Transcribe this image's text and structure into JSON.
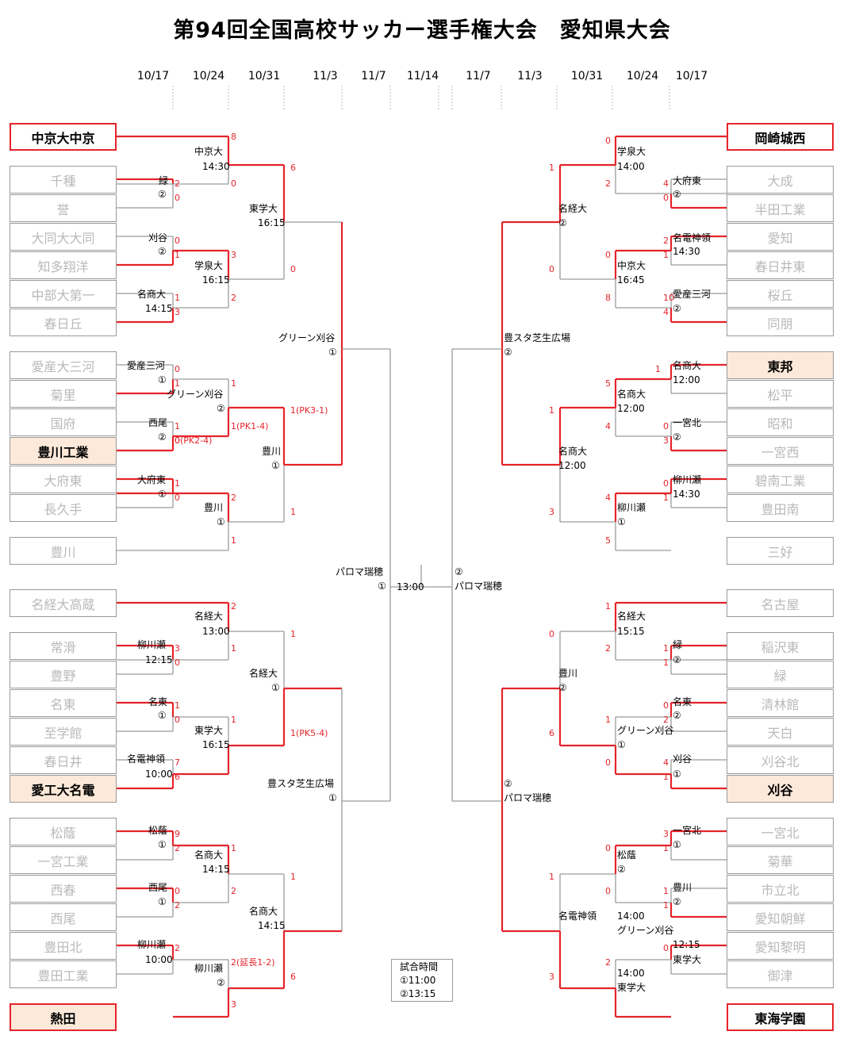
{
  "title": "第94回全国高校サッカー選手権大会　愛知県大会",
  "dates": [
    "10/17",
    "10/24",
    "10/31",
    "11/3",
    "11/7",
    "11/14",
    "11/7",
    "11/3",
    "10/31",
    "10/24",
    "10/17"
  ],
  "teams_left": [
    {
      "name": "中京大中京",
      "win": true,
      "border": "red",
      "bg": ""
    },
    {
      "name": "千種",
      "win": false,
      "border": "gray",
      "bg": ""
    },
    {
      "name": "誉",
      "win": false,
      "border": "gray",
      "bg": ""
    },
    {
      "name": "大同大大同",
      "win": false,
      "border": "gray",
      "bg": ""
    },
    {
      "name": "知多翔洋",
      "win": false,
      "border": "gray",
      "bg": ""
    },
    {
      "name": "中部大第一",
      "win": false,
      "border": "gray",
      "bg": ""
    },
    {
      "name": "春日丘",
      "win": false,
      "border": "gray",
      "bg": ""
    },
    {
      "name": "愛産大三河",
      "win": false,
      "border": "gray",
      "bg": ""
    },
    {
      "name": "菊里",
      "win": false,
      "border": "gray",
      "bg": ""
    },
    {
      "name": "国府",
      "win": false,
      "border": "gray",
      "bg": ""
    },
    {
      "name": "豊川工業",
      "win": true,
      "border": "gray",
      "bg": "orange"
    },
    {
      "name": "大府東",
      "win": false,
      "border": "gray",
      "bg": ""
    },
    {
      "name": "長久手",
      "win": false,
      "border": "gray",
      "bg": ""
    },
    {
      "name": "豊川",
      "win": false,
      "border": "gray",
      "bg": ""
    },
    {
      "name": "名経大高蔵",
      "win": false,
      "border": "gray",
      "bg": ""
    },
    {
      "name": "常滑",
      "win": false,
      "border": "gray",
      "bg": ""
    },
    {
      "name": "豊野",
      "win": false,
      "border": "gray",
      "bg": ""
    },
    {
      "name": "名東",
      "win": false,
      "border": "gray",
      "bg": ""
    },
    {
      "name": "至学館",
      "win": false,
      "border": "gray",
      "bg": ""
    },
    {
      "name": "春日井",
      "win": false,
      "border": "gray",
      "bg": ""
    },
    {
      "name": "愛工大名電",
      "win": true,
      "border": "gray",
      "bg": "orange"
    },
    {
      "name": "松蔭",
      "win": false,
      "border": "gray",
      "bg": ""
    },
    {
      "name": "一宮工業",
      "win": false,
      "border": "gray",
      "bg": ""
    },
    {
      "name": "西春",
      "win": false,
      "border": "gray",
      "bg": ""
    },
    {
      "name": "西尾",
      "win": false,
      "border": "gray",
      "bg": ""
    },
    {
      "name": "豊田北",
      "win": false,
      "border": "gray",
      "bg": ""
    },
    {
      "name": "豊田工業",
      "win": false,
      "border": "gray",
      "bg": ""
    },
    {
      "name": "熱田",
      "win": true,
      "border": "red",
      "bg": "orange"
    }
  ],
  "teams_right": [
    {
      "name": "岡崎城西",
      "win": true,
      "border": "red",
      "bg": ""
    },
    {
      "name": "大成",
      "win": false,
      "border": "gray",
      "bg": ""
    },
    {
      "name": "半田工業",
      "win": false,
      "border": "gray",
      "bg": ""
    },
    {
      "name": "愛知",
      "win": false,
      "border": "gray",
      "bg": ""
    },
    {
      "name": "春日井東",
      "win": false,
      "border": "gray",
      "bg": ""
    },
    {
      "name": "桜丘",
      "win": false,
      "border": "gray",
      "bg": ""
    },
    {
      "name": "同朋",
      "win": false,
      "border": "gray",
      "bg": ""
    },
    {
      "name": "東邦",
      "win": true,
      "border": "gray",
      "bg": "orange"
    },
    {
      "name": "松平",
      "win": false,
      "border": "gray",
      "bg": ""
    },
    {
      "name": "昭和",
      "win": false,
      "border": "gray",
      "bg": ""
    },
    {
      "name": "一宮西",
      "win": false,
      "border": "gray",
      "bg": ""
    },
    {
      "name": "碧南工業",
      "win": false,
      "border": "gray",
      "bg": ""
    },
    {
      "name": "豊田南",
      "win": false,
      "border": "gray",
      "bg": ""
    },
    {
      "name": "三好",
      "win": false,
      "border": "gray",
      "bg": ""
    },
    {
      "name": "名古屋",
      "win": false,
      "border": "gray",
      "bg": ""
    },
    {
      "name": "稲沢東",
      "win": false,
      "border": "gray",
      "bg": ""
    },
    {
      "name": "緑",
      "win": false,
      "border": "gray",
      "bg": ""
    },
    {
      "name": "清林館",
      "win": false,
      "border": "gray",
      "bg": ""
    },
    {
      "name": "天白",
      "win": false,
      "border": "gray",
      "bg": ""
    },
    {
      "name": "刈谷北",
      "win": false,
      "border": "gray",
      "bg": ""
    },
    {
      "name": "刈谷",
      "win": true,
      "border": "gray",
      "bg": "orange"
    },
    {
      "name": "一宮北",
      "win": false,
      "border": "gray",
      "bg": ""
    },
    {
      "name": "菊華",
      "win": false,
      "border": "gray",
      "bg": ""
    },
    {
      "name": "市立北",
      "win": false,
      "border": "gray",
      "bg": ""
    },
    {
      "name": "愛知朝鮮",
      "win": false,
      "border": "gray",
      "bg": ""
    },
    {
      "name": "愛知黎明",
      "win": false,
      "border": "gray",
      "bg": ""
    },
    {
      "name": "御津",
      "win": false,
      "border": "gray",
      "bg": ""
    },
    {
      "name": "東海学園",
      "win": true,
      "border": "red",
      "bg": ""
    }
  ],
  "match_labels": [
    "中京大",
    "14:30",
    "緑",
    "②",
    "刈谷",
    "②",
    "名商大",
    "14:15",
    "学泉大",
    "16:15",
    "東学大",
    "16:15",
    "愛産三河",
    "①",
    "西尾",
    "②",
    "大府東",
    "①",
    "グリーン刈谷",
    "②",
    "豊川",
    "①",
    "豊川",
    "①",
    "グリーン刈谷",
    "①",
    "名経大",
    "13:00",
    "柳川瀬",
    "12:15",
    "名東",
    "①",
    "名電神領",
    "10:00",
    "東学大",
    "16:15",
    "名経大",
    "①",
    "松蔭",
    "①",
    "西尾",
    "①",
    "柳川瀬",
    "10:00",
    "名商大",
    "14:15",
    "柳川瀬",
    "②",
    "名商大",
    "14:15",
    "豊スタ芝生広場",
    "①",
    "パロマ瑞穂",
    "①",
    "学泉大",
    "14:00",
    "大府東",
    "②",
    "名電神領",
    "14:30",
    "中京大",
    "16:45",
    "愛産三河",
    "②",
    "名経大",
    "②",
    "名商大",
    "12:00",
    "名商大",
    "12:00",
    "一宮北",
    "②",
    "柳川瀬",
    "14:30",
    "柳川瀬",
    "①",
    "名商大",
    "12:00",
    "豊スタ芝生広場",
    "②",
    "名経大",
    "15:15",
    "緑",
    "②",
    "名東",
    "②",
    "グリーン刈谷",
    "①",
    "刈谷",
    "①",
    "豊川",
    "②",
    "一宮北",
    "①",
    "松蔭",
    "②",
    "豊川",
    "②",
    "名電神領",
    "12:15",
    "東学大",
    "14:00",
    "東学大",
    "14:00",
    "グリーン刈谷",
    "②",
    "パロマ瑞穂",
    "②",
    "パロマ瑞穂",
    "13:00"
  ],
  "scores": [
    "8",
    "0",
    "6",
    "2",
    "0",
    "0",
    "1",
    "3",
    "0",
    "1",
    "2",
    "3",
    "0",
    "1",
    "1",
    "1",
    "1(PK1-4)",
    "1(PK3-1)",
    "0",
    "0(PK2-4)",
    "1",
    "2",
    "0",
    "1",
    "1",
    "2",
    "1",
    "3",
    "1",
    "0",
    "1",
    "1(PK5-4)",
    "0",
    "1",
    "7",
    "6",
    "9",
    "1",
    "1",
    "2",
    "0",
    "2",
    "2",
    "2",
    "2(延長1-2)",
    "6",
    "3",
    "0",
    "1",
    "2",
    "4",
    "0",
    "2",
    "1",
    "0",
    "0",
    "8",
    "10",
    "4",
    "1",
    "5",
    "0",
    "1",
    "4",
    "3",
    "4",
    "0",
    "1",
    "3",
    "5",
    "1",
    "0",
    "2",
    "1",
    "1",
    "0",
    "1",
    "2",
    "6",
    "0",
    "4",
    "1",
    "3",
    "0",
    "1",
    "1",
    "0",
    "1",
    "1",
    "0",
    "2",
    "3"
  ],
  "legend": {
    "title": "試合時間",
    "line1": "①11:00",
    "line2": "②13:15"
  },
  "colors": {
    "win_line": "#e5242b",
    "lose_line": "#9a9a9a",
    "highlight_bg": "#fde9d9"
  }
}
